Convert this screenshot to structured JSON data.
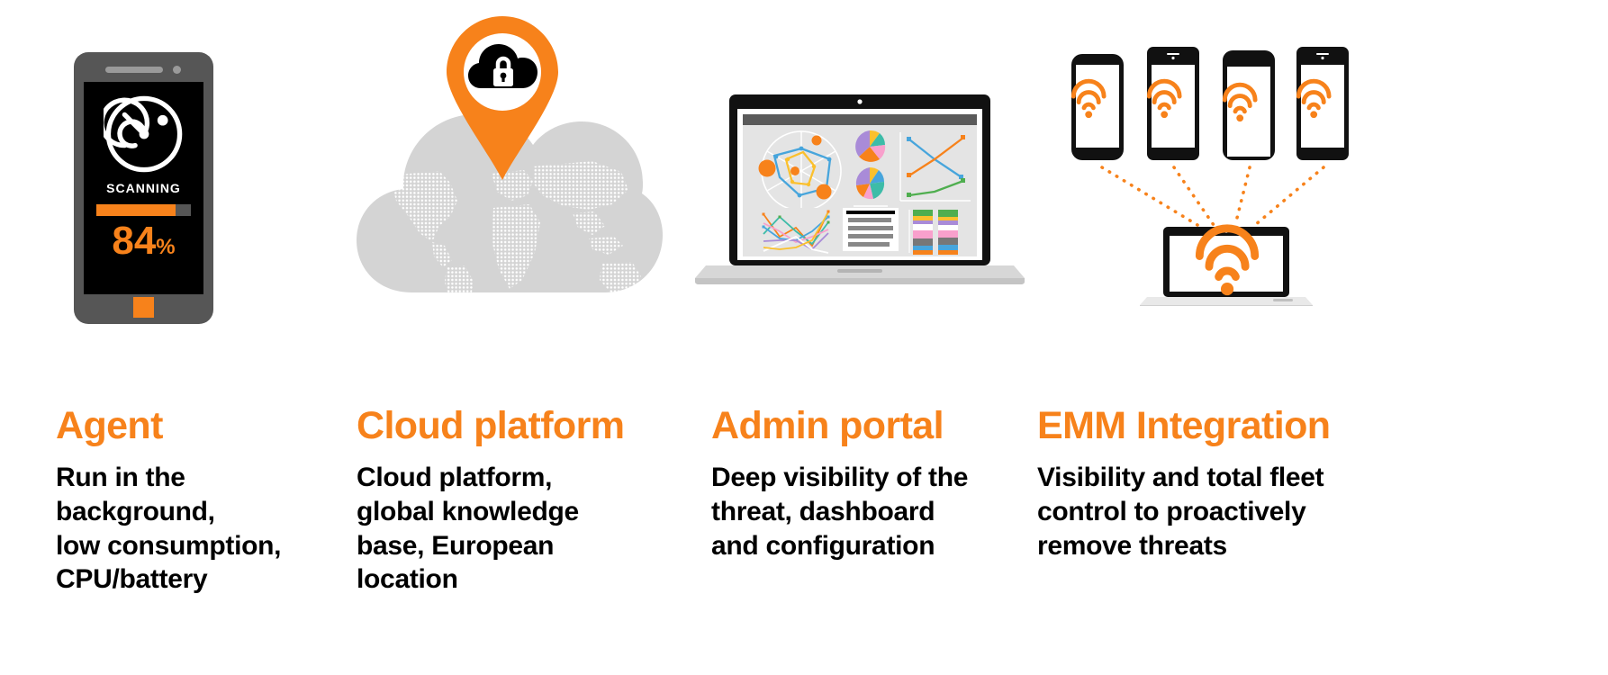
{
  "columns": [
    {
      "key": "agent",
      "title": "Agent",
      "body": "Run in the\nbackground,\nlow consumption,\nCPU/battery",
      "graphic": {
        "type": "smartphone-scanning",
        "screen_label": "SCANNING",
        "progress_percent": 84,
        "progress_value_text": "84",
        "progress_symbol": "%",
        "icon": "radar-scan-icon",
        "home_button": "home-button",
        "colors": {
          "accent": "#F7821B",
          "phone_body": "#565656",
          "screen": "#000000",
          "speaker": "#9a9a9a"
        }
      }
    },
    {
      "key": "cloud",
      "title": "Cloud platform",
      "body": "Cloud platform,\nglobal knowledge\nbase, European\nlocation",
      "graphic": {
        "type": "cloud-world-map-pin",
        "pin_icon": "map-pin-icon",
        "inner_icon": "cloud-lock-icon",
        "colors": {
          "accent": "#F7821B",
          "cloud": "#d4d4d4",
          "map_dots": "#ffffff",
          "inner": "#000000"
        }
      }
    },
    {
      "key": "admin",
      "title": "Admin portal",
      "body": "Deep visibility of the\nthreat, dashboard\nand configuration",
      "graphic": {
        "type": "laptop-dashboard",
        "widgets": [
          "radar-bubble-chart",
          "pie-chart",
          "pie-chart",
          "line-chart",
          "multi-line-chart",
          "text-block",
          "stacked-bar-chart"
        ],
        "colors": {
          "accent": "#F7821B",
          "bezel": "#111111",
          "titlebar": "#5a5a5a",
          "screen_bg": "#e4e4e4",
          "base": "#d7d7d7"
        },
        "palette": [
          "#F7821B",
          "#4FAE4F",
          "#47A5DC",
          "#FBC02D",
          "#A98BD8",
          "#F8A0CC",
          "#777777",
          "#3DBCA8"
        ]
      }
    },
    {
      "key": "emm",
      "title": "EMM Integration",
      "body": "Visibility and total fleet\ncontrol to proactively\nremove threats",
      "graphic": {
        "type": "device-fleet-wifi",
        "device_count": 4,
        "devices": [
          {
            "icon": "wifi-icon",
            "body": "dark"
          },
          {
            "icon": "wifi-icon",
            "body": "dark"
          },
          {
            "icon": "wifi-icon",
            "body": "dark"
          },
          {
            "icon": "wifi-icon",
            "body": "dark"
          }
        ],
        "hub": {
          "icon": "wifi-icon",
          "type": "laptop"
        },
        "connector_style": "dotted",
        "colors": {
          "accent": "#F7821B",
          "device_body": "#111111",
          "screen": "#ffffff",
          "base": "#d7d7d7"
        }
      }
    }
  ]
}
